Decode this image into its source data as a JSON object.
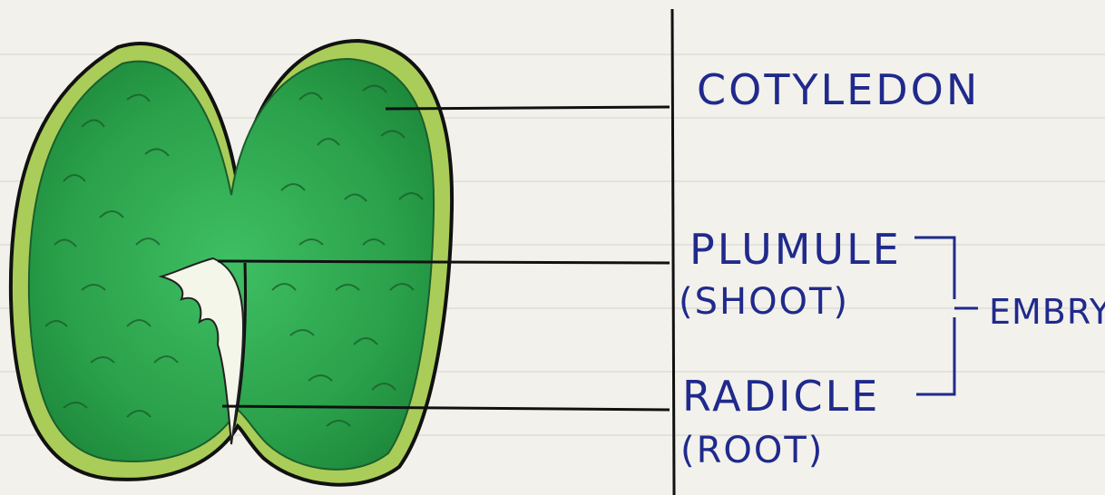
{
  "colors": {
    "paper": "#f3f1ec",
    "seed_fill": "#2fa84f",
    "seed_coat": "#a8cc55",
    "outline": "#111111",
    "label_ink": "#1f2a8c",
    "plumule": "#f4f6ea"
  },
  "labels": {
    "cotyledon": "COTYLEDON",
    "plumule": "PLUMULE",
    "shoot": "(SHOOT)",
    "radicle": "RADICLE",
    "root": "(ROOT)",
    "embryo": "EMBRYO"
  }
}
